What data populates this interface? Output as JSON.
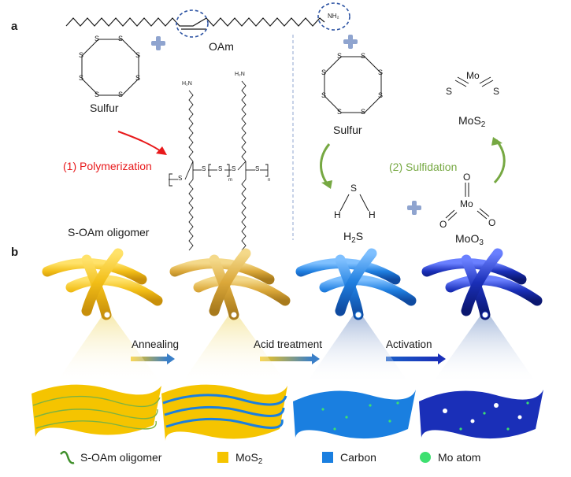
{
  "panel_a": {
    "letter": "a",
    "oam_label": "OAm",
    "nh2_label": "NH₂",
    "sulfur_label_left": "Sulfur",
    "sulfur_label_right": "Sulfur",
    "polymerization_label": "(1) Polymerization",
    "oligomer_label": "S-OAm oligomer",
    "sulfidation_label": "(2) Sulfidation",
    "mos2_base": "MoS",
    "mos2_sub": "2",
    "h2s_base": "H",
    "h2s_sub": "2",
    "h2s_tail": "S",
    "moo3_base": "MoO",
    "moo3_sub": "3",
    "atom_s": "S",
    "atom_h": "H",
    "atom_mo": "Mo",
    "atom_o": "O",
    "atom_h2n": "H₂N",
    "subscript_m": "m",
    "subscript_n": "n",
    "accent_red": "#e8191b",
    "accent_green": "#76a842",
    "plus_color": "#8fa4cf",
    "dash_circle_color": "#2f55a4"
  },
  "panel_b": {
    "letter": "b",
    "steps": [
      {
        "label": "Annealing"
      },
      {
        "label": "Acid treatment"
      },
      {
        "label": "Activation"
      }
    ],
    "stage_colors": [
      "#f0c419",
      "#e8b62a",
      "#1f7fe0",
      "#1a2fb8"
    ]
  },
  "legend": [
    {
      "label": "S-OAm oligomer",
      "icon": "green-wave-icon",
      "color": "#3f8f2a"
    },
    {
      "label_base": "MoS",
      "label_sub": "2",
      "icon": "yellow-square-icon",
      "color": "#f5c400"
    },
    {
      "label": "Carbon",
      "icon": "blue-square-icon",
      "color": "#1a7fe0"
    },
    {
      "label": "Mo atom",
      "icon": "green-circle-icon",
      "color": "#3de070"
    }
  ]
}
